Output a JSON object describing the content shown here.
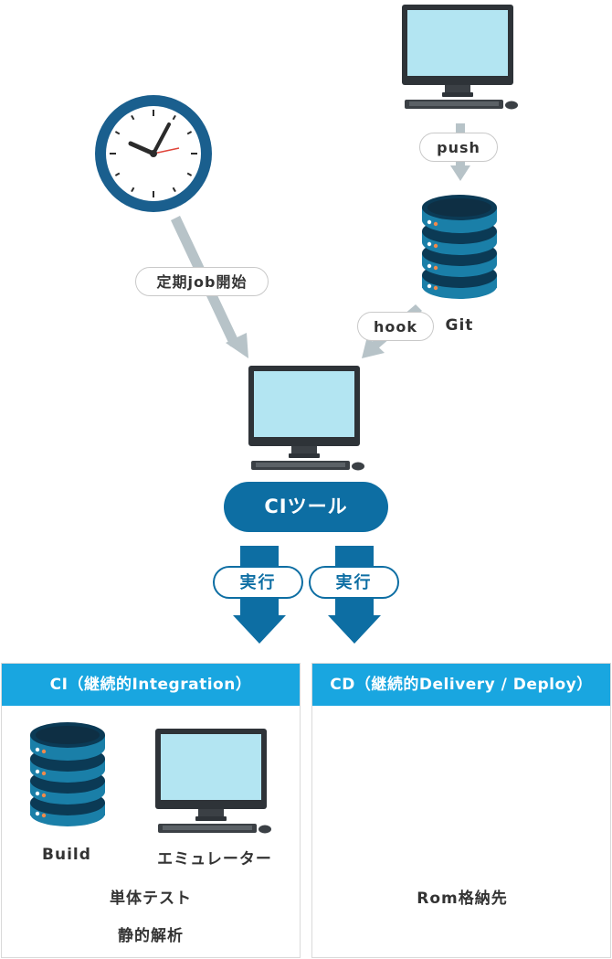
{
  "nodes": {
    "push_label": "push",
    "schedule_label": "定期job開始",
    "hook_label": "hook",
    "git_label": "Git",
    "ci_tool_label": "CIツール",
    "exec_left_label": "実行",
    "exec_right_label": "実行"
  },
  "ci_panel": {
    "title": "CI（継続的Integration）",
    "build_label": "Build",
    "emulator_label": "エミュレーター",
    "unit_test_label": "単体テスト",
    "static_analysis_label": "静的解析"
  },
  "cd_panel": {
    "title": "CD（継続的Delivery / Deploy）",
    "rom_label": "Rom格納先"
  },
  "colors": {
    "navy": "#0d6ea3",
    "header_blue": "#19a6e0",
    "server_dark": "#0b3a55",
    "server_teal": "#1a7fa8",
    "screen": "#b3e5f2",
    "arrow_gray": "#b7c3c8"
  }
}
